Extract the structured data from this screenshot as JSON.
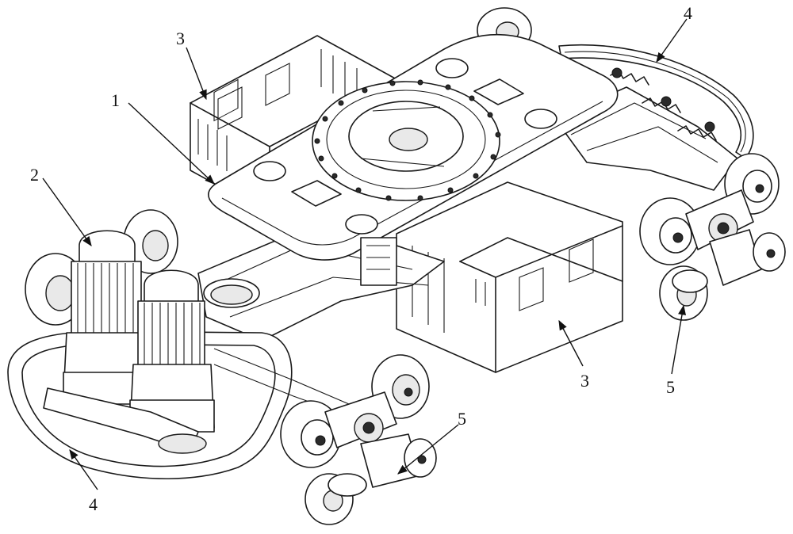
{
  "callouts": [
    {
      "id": "1",
      "label": "1"
    },
    {
      "id": "2",
      "label": "2"
    },
    {
      "id": "3a",
      "label": "3"
    },
    {
      "id": "3b",
      "label": "3"
    },
    {
      "id": "4a",
      "label": "4"
    },
    {
      "id": "4b",
      "label": "4"
    },
    {
      "id": "5a",
      "label": "5"
    },
    {
      "id": "5b",
      "label": "5"
    }
  ]
}
